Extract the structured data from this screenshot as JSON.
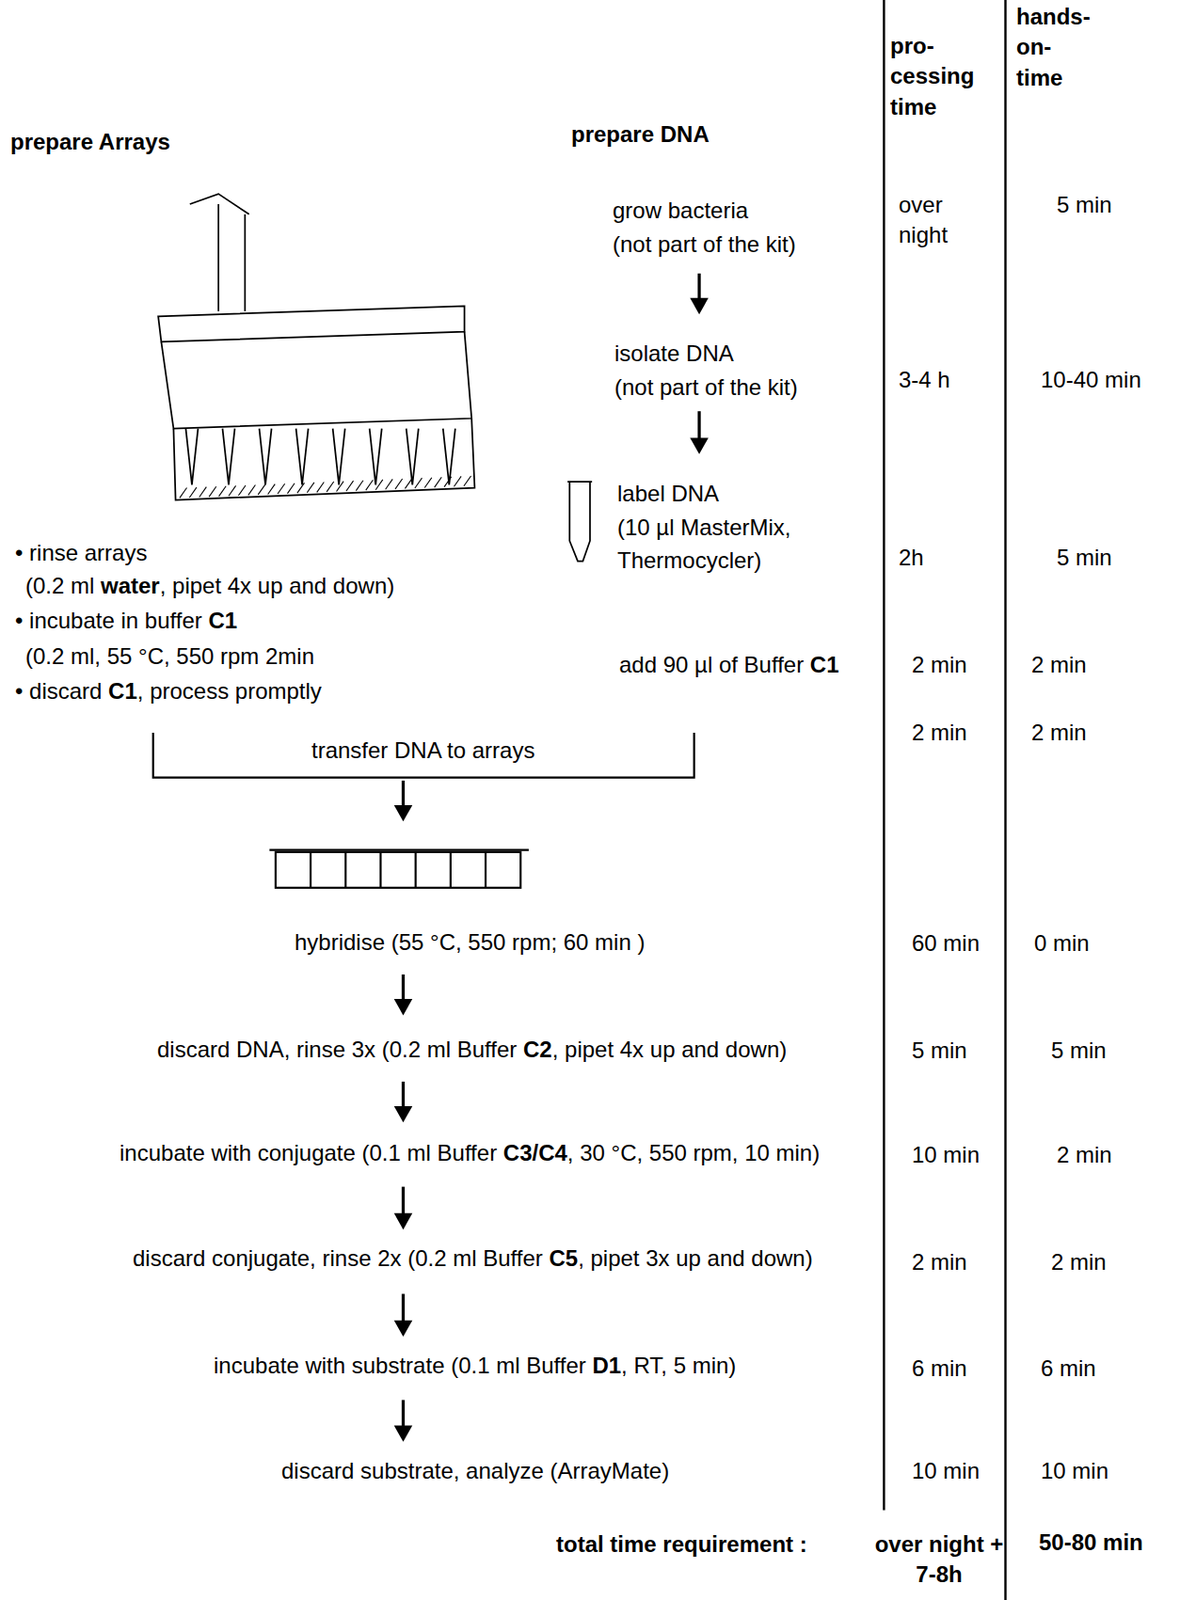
{
  "diagram": {
    "labels": [
      "pro- cessing time",
      "hands- on- time",
      "prepare Arrays",
      "prepare DNA",
      "grow bacteria",
      "(not part of the kit)",
      "over night",
      "5 min",
      "isolate DNA",
      "(not part of the kit)",
      "3-4 h",
      "10-40 min",
      "label DNA",
      "(10 µl MasterMix,",
      "Thermocycler)",
      "2h",
      "5 min",
      "• rinse arrays",
      "(0.2 ml water, pipet 4x up and down)",
      "• incubate in buffer C1",
      "(0.2 ml, 55 °C, 550 rpm 2min",
      "• discard C1, process promptly",
      "add 90 µl of Buffer C1",
      "2 min",
      "2 min",
      "transfer DNA to arrays",
      "2 min",
      "2 min",
      "hybridise (55 °C, 550 rpm; 60 min )",
      "60 min",
      "0 min",
      "discard DNA, rinse 3x (0.2 ml Buffer C2, pipet 4x up and down)",
      "5 min",
      "5 min",
      "incubate with conjugate (0.1 ml Buffer C3/C4, 30 °C, 550 rpm, 10 min)",
      "10 min",
      "2 min",
      "discard conjugate, rinse 2x (0.2 ml Buffer C5, pipet 3x up and down)",
      "2 min",
      "2 min",
      "incubate with substrate (0.1 ml Buffer D1, RT, 5 min)",
      "6 min",
      "6 min",
      "discard substrate, analyze (ArrayMate)",
      "10 min",
      "10 min",
      "total time requirement :",
      "over night + 7-8h",
      "50-80 min"
    ]
  }
}
